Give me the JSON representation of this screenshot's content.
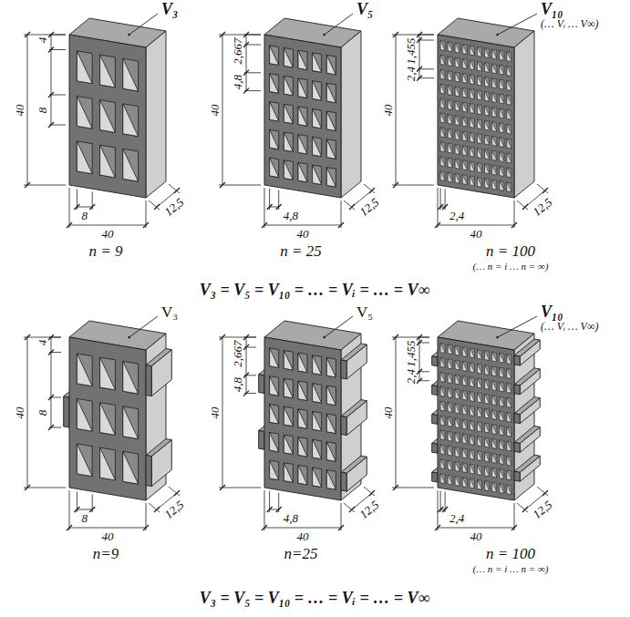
{
  "diagram": {
    "labels": [
      "V₃",
      "40",
      "4",
      "8",
      "8",
      "40",
      "12,5",
      "n = 9",
      "V₅",
      "40",
      "2,667",
      "4,8",
      "4,8",
      "40",
      "12,5",
      "n = 25",
      "V₁₀",
      "(… Vᵢ … V∞)",
      "40",
      "1,455",
      "2,4",
      "2,4",
      "40",
      "12,5",
      "n = 100",
      "(… n = i … n = ∞)",
      "V₃ = V₅ = V₁₀ = … = Vᵢ = … = V∞",
      "V₃",
      "40",
      "4",
      "8",
      "8",
      "40",
      "12,5",
      "n=9",
      "V₅",
      "40",
      "2,667",
      "4,8",
      "4,8",
      "40",
      "12,5",
      "n=25",
      "V₁₀",
      "(… Vᵢ … V∞)",
      "40",
      "1,455",
      "2,4",
      "2,4",
      "40",
      "12,5",
      "n = 100",
      "(… n = i … n = ∞)",
      "V₃ = V₅ = V₁₀ = … = Vᵢ = … = V∞"
    ]
  }
}
